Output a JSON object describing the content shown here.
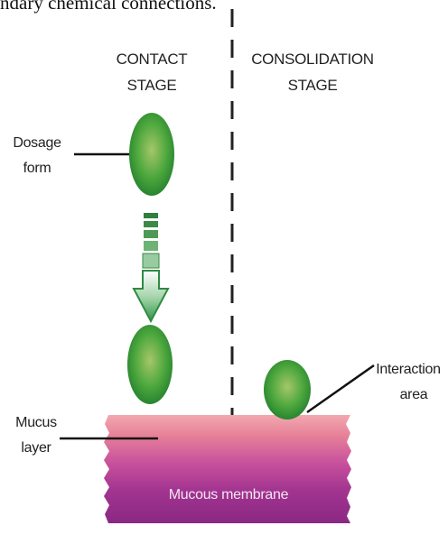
{
  "header_text": "ndary chemical connections.",
  "stages": {
    "contact": [
      "CONTACT",
      "STAGE"
    ],
    "consolidation": [
      "CONSOLIDATION",
      "STAGE"
    ]
  },
  "labels": {
    "dosage_form": [
      "Dosage",
      "form"
    ],
    "mucus_layer": [
      "Mucus",
      "layer"
    ],
    "interaction_area": [
      "Interaction",
      "area"
    ],
    "mucous_membrane": "Mucous membrane"
  },
  "colors": {
    "particle": "#2f9a3a",
    "mucus_layer": "#e9849c",
    "membrane": "#9b2f8e",
    "arrow": "#3a9b4c"
  }
}
